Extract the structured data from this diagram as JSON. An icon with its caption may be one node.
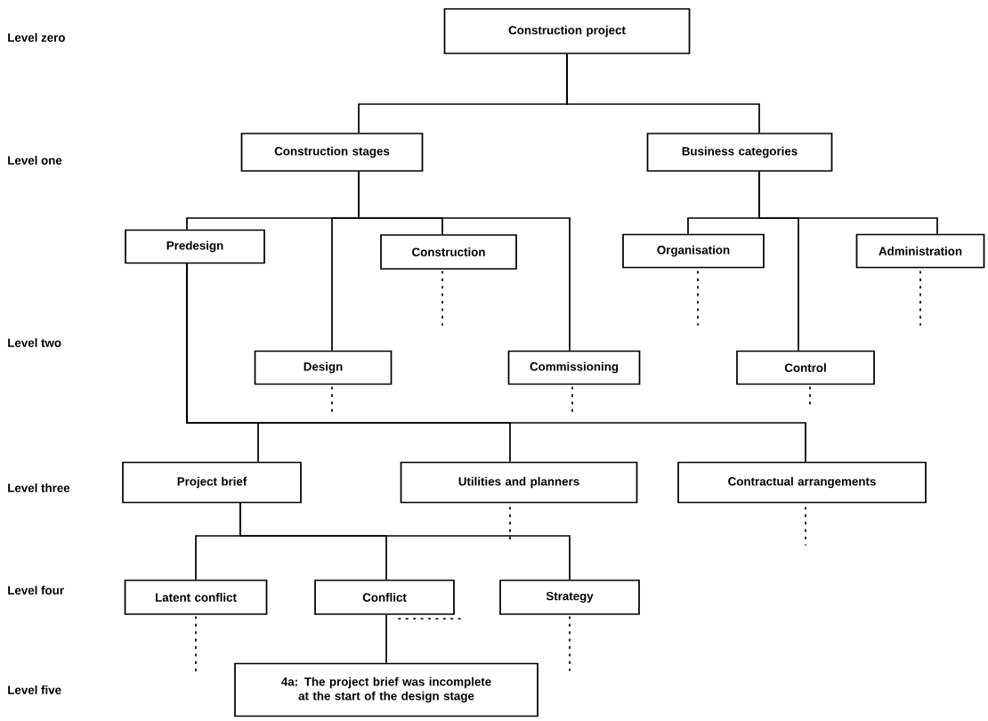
{
  "diagram": {
    "nodes": [
      {
        "text": [
          "Construction project"
        ]
      },
      {
        "text": [
          "Construction stages"
        ]
      },
      {
        "text": [
          "Business categories"
        ]
      },
      {
        "text": [
          "Predesign"
        ]
      },
      {
        "text": [
          "Construction"
        ]
      },
      {
        "text": [
          "Organisation"
        ]
      },
      {
        "text": [
          "Administration"
        ]
      },
      {
        "text": [
          "Design"
        ]
      },
      {
        "text": [
          "Commissioning"
        ]
      },
      {
        "text": [
          "Control"
        ]
      },
      {
        "text": [
          "Project brief"
        ]
      },
      {
        "text": [
          "Utilities and planners"
        ]
      },
      {
        "text": [
          "Contractual arrangements"
        ]
      },
      {
        "text": [
          "Latent conflict"
        ]
      },
      {
        "text": [
          "Conflict"
        ]
      },
      {
        "text": [
          "Strategy"
        ]
      },
      {
        "text": [
          "4a: The project brief was incomplete at the start of the design stage"
        ]
      }
    ],
    "edges": [
      {
        "from": 0,
        "to": 1,
        "arrow": "none"
      },
      {
        "from": 0,
        "to": 2,
        "arrow": "none"
      },
      {
        "from": 1,
        "to": 3,
        "arrow": "none"
      },
      {
        "from": 1,
        "to": 7,
        "arrow": "none"
      },
      {
        "from": 1,
        "to": 4,
        "arrow": "none"
      },
      {
        "from": 1,
        "to": 8,
        "arrow": "none"
      },
      {
        "from": 2,
        "to": 5,
        "arrow": "none"
      },
      {
        "from": 2,
        "to": 9,
        "arrow": "none"
      },
      {
        "from": 2,
        "to": 6,
        "arrow": "none"
      },
      {
        "from": 3,
        "to": 10,
        "arrow": "none"
      },
      {
        "from": 3,
        "to": 11,
        "arrow": "none"
      },
      {
        "from": 3,
        "to": 12,
        "arrow": "none"
      },
      {
        "from": 10,
        "to": 13,
        "arrow": "none"
      },
      {
        "from": 10,
        "to": 14,
        "arrow": "none"
      },
      {
        "from": 10,
        "to": 15,
        "arrow": "none"
      },
      {
        "from": 14,
        "to": 16,
        "arrow": "none"
      }
    ],
    "labels": [
      "Level zero",
      "Level one",
      "Level two",
      "Level three",
      "Level four",
      "Level five"
    ]
  }
}
